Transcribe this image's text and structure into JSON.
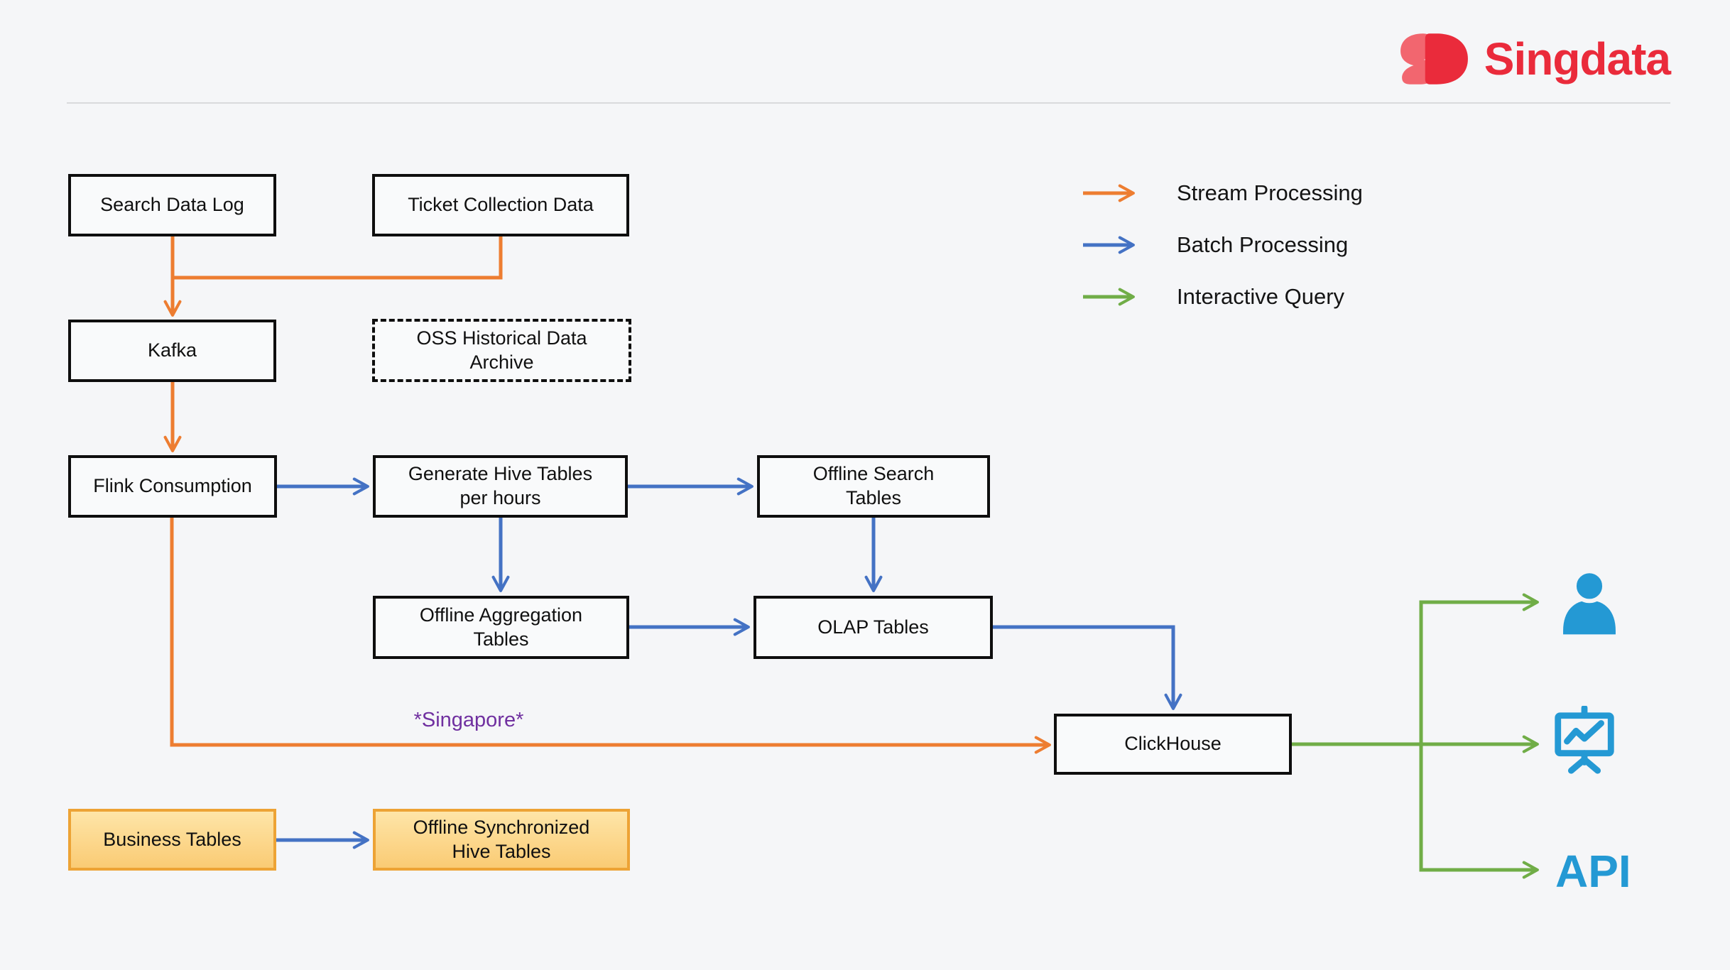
{
  "brand": {
    "name": "Singdata"
  },
  "colors": {
    "stream": "#ED7D31",
    "batch": "#4472C4",
    "interactive": "#70AD47",
    "icon_blue": "#2499D4",
    "logo_red": "#EA2B3B",
    "logo_red_light": "#F2666F",
    "annotation_purple": "#7030A0",
    "yellow_box_border": "#EDA335",
    "yellow_box_fill": "#FACB74",
    "node_border": "#0E0E0E",
    "background": "#F5F6F8"
  },
  "legend": {
    "items": [
      {
        "label": "Stream Processing",
        "type": "stream"
      },
      {
        "label": "Batch Processing",
        "type": "batch"
      },
      {
        "label": "Interactive Query",
        "type": "interactive"
      }
    ]
  },
  "nodes": {
    "search_data_log": {
      "label": "Search Data Log",
      "style": "solid"
    },
    "ticket_collection_data": {
      "label": "Ticket Collection Data",
      "style": "solid"
    },
    "kafka": {
      "label": "Kafka",
      "style": "solid"
    },
    "oss_historical_data_archive": {
      "label": "OSS Historical Data\nArchive",
      "style": "dashed"
    },
    "flink_consumption": {
      "label": "Flink Consumption",
      "style": "solid"
    },
    "generate_hive_tables": {
      "label": "Generate Hive Tables\nper hours",
      "style": "solid"
    },
    "offline_search_tables": {
      "label": "Offline Search\nTables",
      "style": "solid"
    },
    "offline_aggregation_tables": {
      "label": "Offline Aggregation\nTables",
      "style": "solid"
    },
    "olap_tables": {
      "label": "OLAP Tables",
      "style": "solid"
    },
    "clickhouse": {
      "label": "ClickHouse",
      "style": "solid"
    },
    "business_tables": {
      "label": "Business Tables",
      "style": "yellow"
    },
    "offline_synchronized_hive_tables": {
      "label": "Offline Synchronized\nHive Tables",
      "style": "yellow"
    }
  },
  "annotation": {
    "region_note": "*Singapore*"
  },
  "outputs": {
    "api_label": "API",
    "user_icon": "user-person-icon",
    "dashboard_icon": "presentation-chart-icon"
  },
  "edges": [
    {
      "from": "search_data_log",
      "to": "kafka",
      "type": "stream"
    },
    {
      "from": "ticket_collection_data",
      "to": "kafka",
      "type": "stream"
    },
    {
      "from": "kafka",
      "to": "flink_consumption",
      "type": "stream"
    },
    {
      "from": "flink_consumption",
      "to": "clickhouse",
      "type": "stream"
    },
    {
      "from": "flink_consumption",
      "to": "generate_hive_tables",
      "type": "batch"
    },
    {
      "from": "generate_hive_tables",
      "to": "offline_search_tables",
      "type": "batch"
    },
    {
      "from": "generate_hive_tables",
      "to": "offline_aggregation_tables",
      "type": "batch"
    },
    {
      "from": "offline_search_tables",
      "to": "olap_tables",
      "type": "batch"
    },
    {
      "from": "offline_aggregation_tables",
      "to": "olap_tables",
      "type": "batch"
    },
    {
      "from": "olap_tables",
      "to": "clickhouse",
      "type": "batch"
    },
    {
      "from": "business_tables",
      "to": "offline_synchronized_hive_tables",
      "type": "batch"
    },
    {
      "from": "clickhouse",
      "to": "dashboard",
      "type": "interactive"
    },
    {
      "from": "clickhouse",
      "to": "user",
      "type": "interactive"
    },
    {
      "from": "clickhouse",
      "to": "api",
      "type": "interactive"
    }
  ]
}
